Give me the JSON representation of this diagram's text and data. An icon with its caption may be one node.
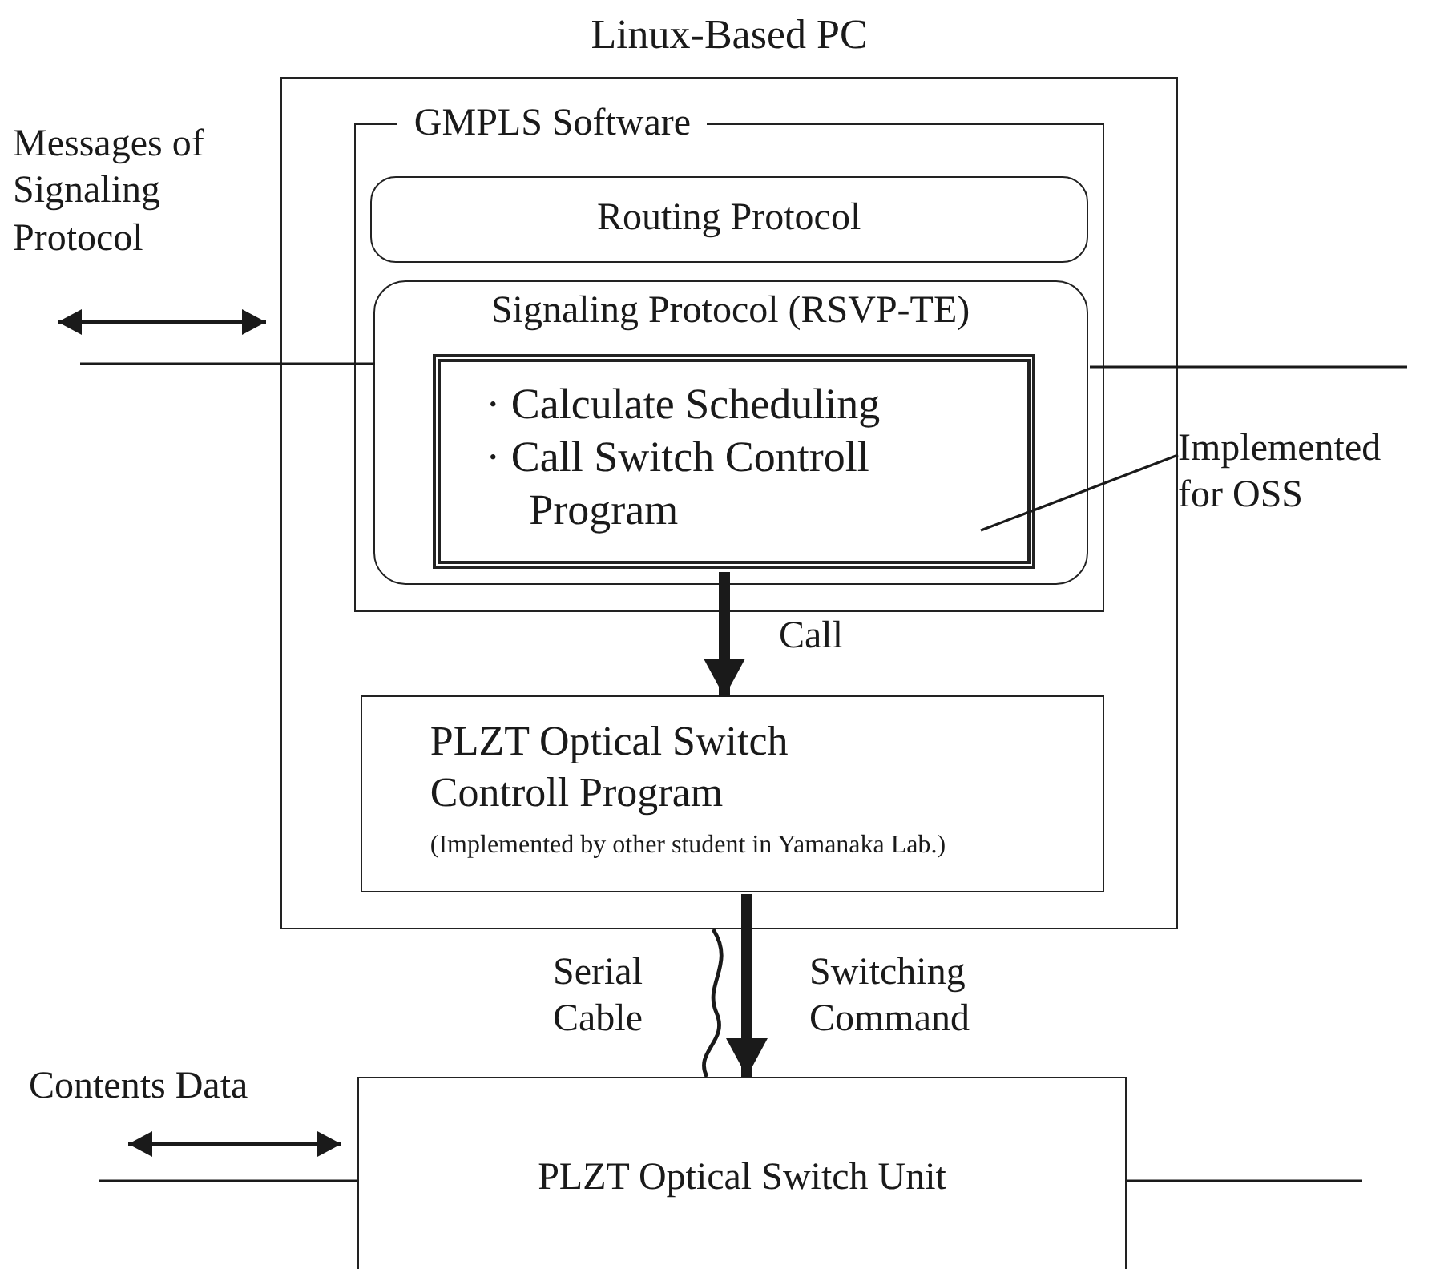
{
  "diagram": {
    "nodes": [
      {
        "text": [
          "Linux-Based PC"
        ]
      },
      {
        "text": [
          "GMPLS Software"
        ],
        "in": 0
      },
      {
        "text": [
          "Routing Protocol"
        ],
        "in": 1
      },
      {
        "text": [
          "Signaling Protocol (RSVP-TE)"
        ],
        "in": 1
      },
      {
        "text": [
          "· Calculate Scheduling",
          "· Call Switch Controll Program"
        ],
        "in": 3
      },
      {
        "text": [
          "PLZT Optical Switch Controll Program",
          "(Implemented by other student in Yamanaka Lab.)"
        ],
        "in": 0
      },
      {
        "text": [
          "PLZT Optical Switch Unit"
        ]
      },
      {
        "text": [
          "Implemented for OSS"
        ]
      }
    ],
    "edges": [
      {
        "from": 4,
        "to": 5,
        "arrow": "to",
        "label": "Call",
        "style": "thick"
      },
      {
        "from": 5,
        "to": 6,
        "arrow": "to",
        "label": "Switching Command",
        "style": "thick"
      },
      {
        "from": 0,
        "to": 6,
        "arrow": "none",
        "label": "Serial Cable"
      },
      {
        "from": 7,
        "to": 4,
        "arrow": "none"
      },
      {
        "from": null,
        "to": 3,
        "arrow": "none"
      },
      {
        "from": 3,
        "to": null,
        "arrow": "none"
      },
      {
        "from": null,
        "to": 6,
        "arrow": "none"
      },
      {
        "from": 6,
        "to": null,
        "arrow": "none"
      }
    ],
    "labels": [
      "Messages of Signaling Protocol",
      "Contents Data"
    ]
  }
}
